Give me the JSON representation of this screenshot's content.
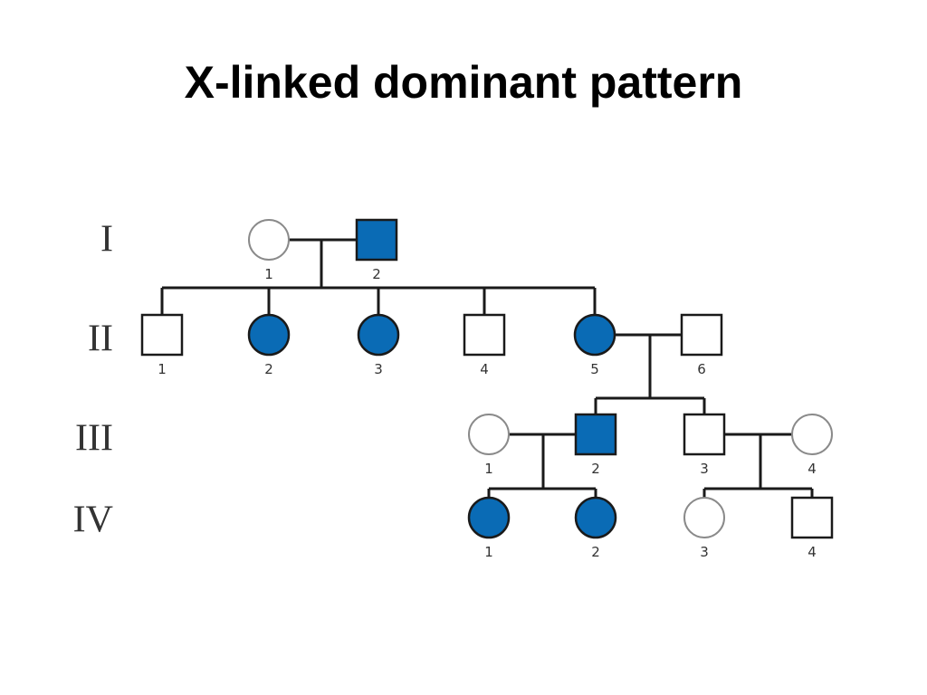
{
  "title": "X-linked dominant pattern",
  "colors": {
    "affected": "#0a6bb5",
    "unaffected": "#ffffff",
    "line": "#1a1a1a"
  },
  "generations": [
    {
      "id": "I",
      "label": "I"
    },
    {
      "id": "II",
      "label": "II"
    },
    {
      "id": "III",
      "label": "III"
    },
    {
      "id": "IV",
      "label": "IV"
    }
  ],
  "individuals": [
    {
      "id": "I-1",
      "gen": "I",
      "label": "1",
      "sex": "female",
      "affected": false
    },
    {
      "id": "I-2",
      "gen": "I",
      "label": "2",
      "sex": "male",
      "affected": true
    },
    {
      "id": "II-1",
      "gen": "II",
      "label": "1",
      "sex": "male",
      "affected": false
    },
    {
      "id": "II-2",
      "gen": "II",
      "label": "2",
      "sex": "female",
      "affected": true
    },
    {
      "id": "II-3",
      "gen": "II",
      "label": "3",
      "sex": "female",
      "affected": true
    },
    {
      "id": "II-4",
      "gen": "II",
      "label": "4",
      "sex": "male",
      "affected": false
    },
    {
      "id": "II-5",
      "gen": "II",
      "label": "5",
      "sex": "female",
      "affected": true
    },
    {
      "id": "II-6",
      "gen": "II",
      "label": "6",
      "sex": "male",
      "affected": false
    },
    {
      "id": "III-1",
      "gen": "III",
      "label": "1",
      "sex": "female",
      "affected": false
    },
    {
      "id": "III-2",
      "gen": "III",
      "label": "2",
      "sex": "male",
      "affected": true
    },
    {
      "id": "III-3",
      "gen": "III",
      "label": "3",
      "sex": "male",
      "affected": false
    },
    {
      "id": "III-4",
      "gen": "III",
      "label": "4",
      "sex": "female",
      "affected": false
    },
    {
      "id": "IV-1",
      "gen": "IV",
      "label": "1",
      "sex": "female",
      "affected": true
    },
    {
      "id": "IV-2",
      "gen": "IV",
      "label": "2",
      "sex": "female",
      "affected": true
    },
    {
      "id": "IV-3",
      "gen": "IV",
      "label": "3",
      "sex": "female",
      "affected": false
    },
    {
      "id": "IV-4",
      "gen": "IV",
      "label": "4",
      "sex": "male",
      "affected": false
    }
  ],
  "matings": [
    {
      "id": "m1",
      "partners": [
        "I-1",
        "I-2"
      ],
      "children": [
        "II-1",
        "II-2",
        "II-3",
        "II-4",
        "II-5"
      ]
    },
    {
      "id": "m2",
      "partners": [
        "II-5",
        "II-6"
      ],
      "children": [
        "III-2",
        "III-3"
      ]
    },
    {
      "id": "m3",
      "partners": [
        "III-1",
        "III-2"
      ],
      "children": [
        "IV-1",
        "IV-2"
      ]
    },
    {
      "id": "m4",
      "partners": [
        "III-3",
        "III-4"
      ],
      "children": [
        "IV-3",
        "IV-4"
      ]
    }
  ]
}
